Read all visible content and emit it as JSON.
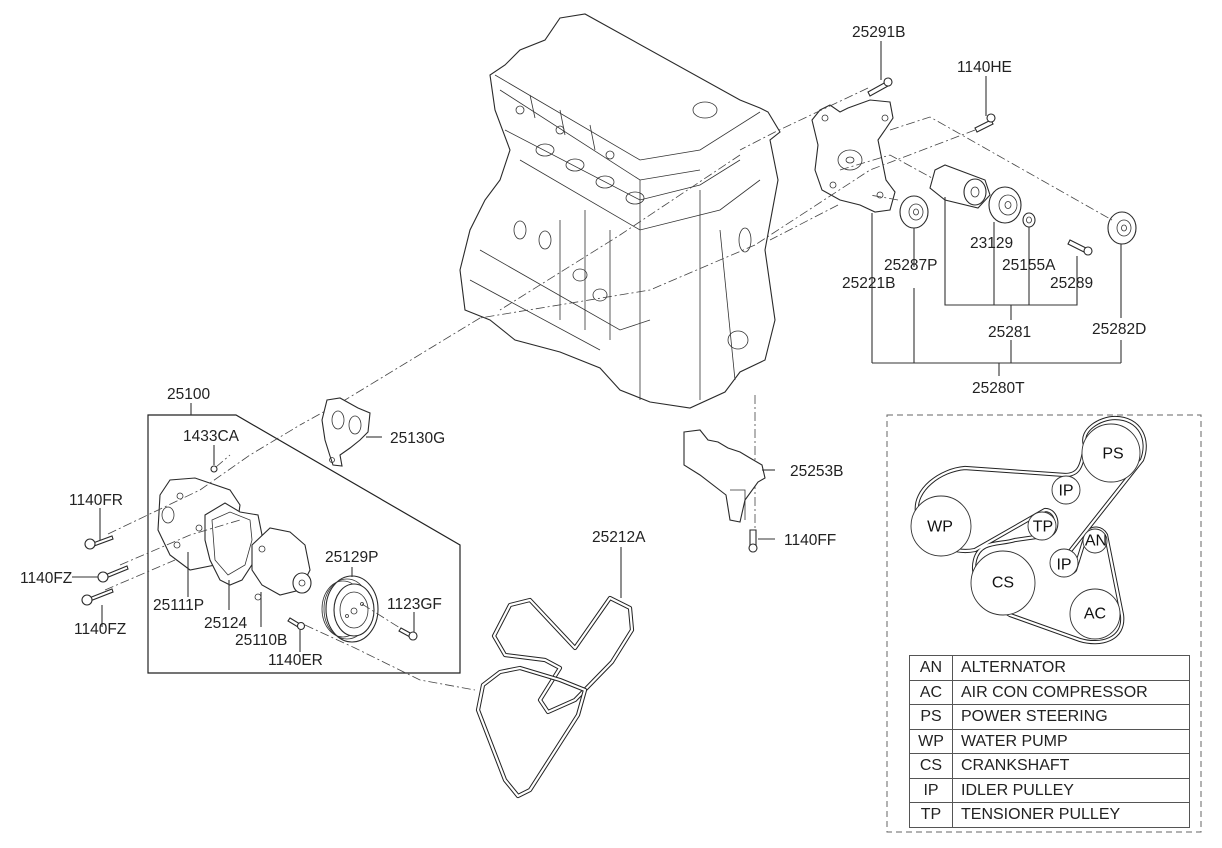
{
  "diagram": {
    "callouts": {
      "p25291B": "25291B",
      "p1140HE": "1140HE",
      "p23129": "23129",
      "p25155A": "25155A",
      "p25289": "25289",
      "p25287P": "25287P",
      "p25221B": "25221B",
      "p25281": "25281",
      "p25282D": "25282D",
      "p25280T": "25280T",
      "p25100": "25100",
      "p1433CA": "1433CA",
      "p25130G": "25130G",
      "p1140FR": "1140FR",
      "p1140FZ_a": "1140FZ",
      "p1140FZ_b": "1140FZ",
      "p25111P": "25111P",
      "p25124": "25124",
      "p25110B": "25110B",
      "p1140ER": "1140ER",
      "p25129P": "25129P",
      "p1123GF": "1123GF",
      "p25212A": "25212A",
      "p25253B": "25253B",
      "p1140FF": "1140FF"
    }
  },
  "belt_routing": {
    "pulleys": {
      "PS": "PS",
      "IP_upper": "IP",
      "WP": "WP",
      "TP": "TP",
      "AN": "AN",
      "IP_lower": "IP",
      "CS": "CS",
      "AC": "AC"
    },
    "legend": [
      {
        "code": "AN",
        "description": "ALTERNATOR"
      },
      {
        "code": "AC",
        "description": "AIR CON COMPRESSOR"
      },
      {
        "code": "PS",
        "description": "POWER STEERING"
      },
      {
        "code": "WP",
        "description": "WATER PUMP"
      },
      {
        "code": "CS",
        "description": "CRANKSHAFT"
      },
      {
        "code": "IP",
        "description": "IDLER PULLEY"
      },
      {
        "code": "TP",
        "description": "TENSIONER PULLEY"
      }
    ]
  }
}
